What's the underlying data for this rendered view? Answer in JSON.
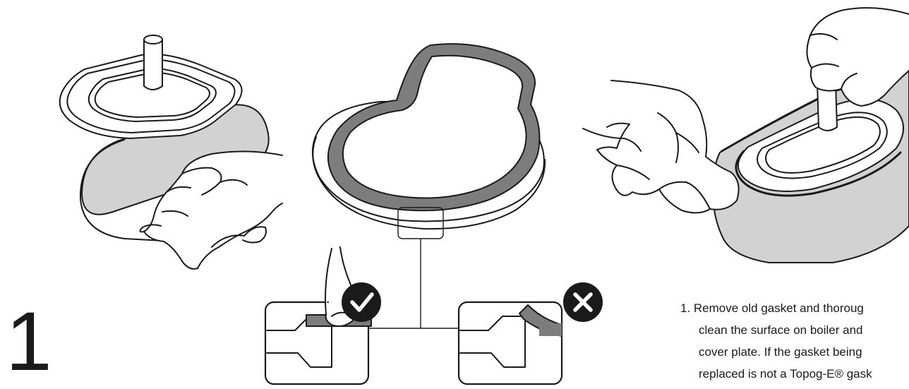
{
  "step": {
    "number": "1",
    "instruction_lines": [
      "1.  Remove old gasket and thoroug",
      "clean the surface on boiler and",
      "cover plate. If the gasket being",
      "replaced is not a Topog-E® gask"
    ]
  },
  "panels": [
    {
      "name": "wipe-boiler-panel",
      "icon": "hand-with-cloth-wiping-boiler"
    },
    {
      "name": "gasket-on-plate-panel",
      "icon": "gasket-on-cover-plate"
    },
    {
      "name": "wipe-cover-plate-panel",
      "icon": "hand-with-cloth-wiping-cover-plate"
    }
  ],
  "details": [
    {
      "name": "correct-seating-detail",
      "status": "correct",
      "icon": "check-icon",
      "color": "#1a1a1a"
    },
    {
      "name": "incorrect-seating-detail",
      "status": "incorrect",
      "icon": "cross-icon",
      "color": "#1a1a1a"
    }
  ],
  "colors": {
    "line": "#1a1a1a",
    "gasket_fill": "#7d7d7d",
    "surface_fill": "#d2d2d2",
    "background": "#ffffff"
  }
}
